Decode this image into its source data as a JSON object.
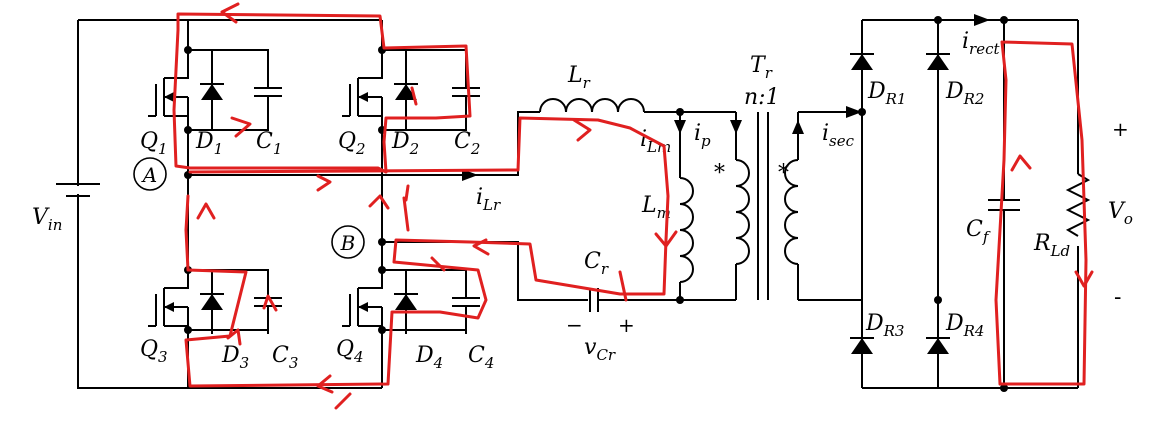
{
  "labels": {
    "vin": {
      "main": "V",
      "sub": "in"
    },
    "node_a": "A",
    "node_b": "B",
    "q1": {
      "main": "Q",
      "sub": "1"
    },
    "q2": {
      "main": "Q",
      "sub": "2"
    },
    "q3": {
      "main": "Q",
      "sub": "3"
    },
    "q4": {
      "main": "Q",
      "sub": "4"
    },
    "d1": {
      "main": "D",
      "sub": "1"
    },
    "d2": {
      "main": "D",
      "sub": "2"
    },
    "d3": {
      "main": "D",
      "sub": "3"
    },
    "d4": {
      "main": "D",
      "sub": "4"
    },
    "c1": {
      "main": "C",
      "sub": "1"
    },
    "c2": {
      "main": "C",
      "sub": "2"
    },
    "c3": {
      "main": "C",
      "sub": "3"
    },
    "c4": {
      "main": "C",
      "sub": "4"
    },
    "lr": {
      "main": "L",
      "sub": "r"
    },
    "ilr": {
      "main": "i",
      "sub": "Lr"
    },
    "ilm": {
      "main": "i",
      "sub": "Lm"
    },
    "ip": {
      "main": "i",
      "sub": "p"
    },
    "lm": {
      "main": "L",
      "sub": "m"
    },
    "cr": {
      "main": "C",
      "sub": "r"
    },
    "vcr": {
      "main": "v",
      "sub": "Cr"
    },
    "vcr_minus": "−",
    "vcr_plus": "+",
    "tr": {
      "main": "T",
      "sub": "r"
    },
    "ratio": "n:1",
    "dot_primary": "*",
    "dot_secondary": "*",
    "isec": {
      "main": "i",
      "sub": "sec"
    },
    "dr1": {
      "main": "D",
      "sub": "R1"
    },
    "dr2": {
      "main": "D",
      "sub": "R2"
    },
    "dr3": {
      "main": "D",
      "sub": "R3"
    },
    "dr4": {
      "main": "D",
      "sub": "R4"
    },
    "irect": {
      "main": "i",
      "sub": "rect"
    },
    "cf": {
      "main": "C",
      "sub": "f"
    },
    "rld": {
      "main": "R",
      "sub": "Ld"
    },
    "vo": {
      "main": "V",
      "sub": "o"
    },
    "vo_plus": "+",
    "vo_minus": "-"
  },
  "annotation_color": "#e02020"
}
